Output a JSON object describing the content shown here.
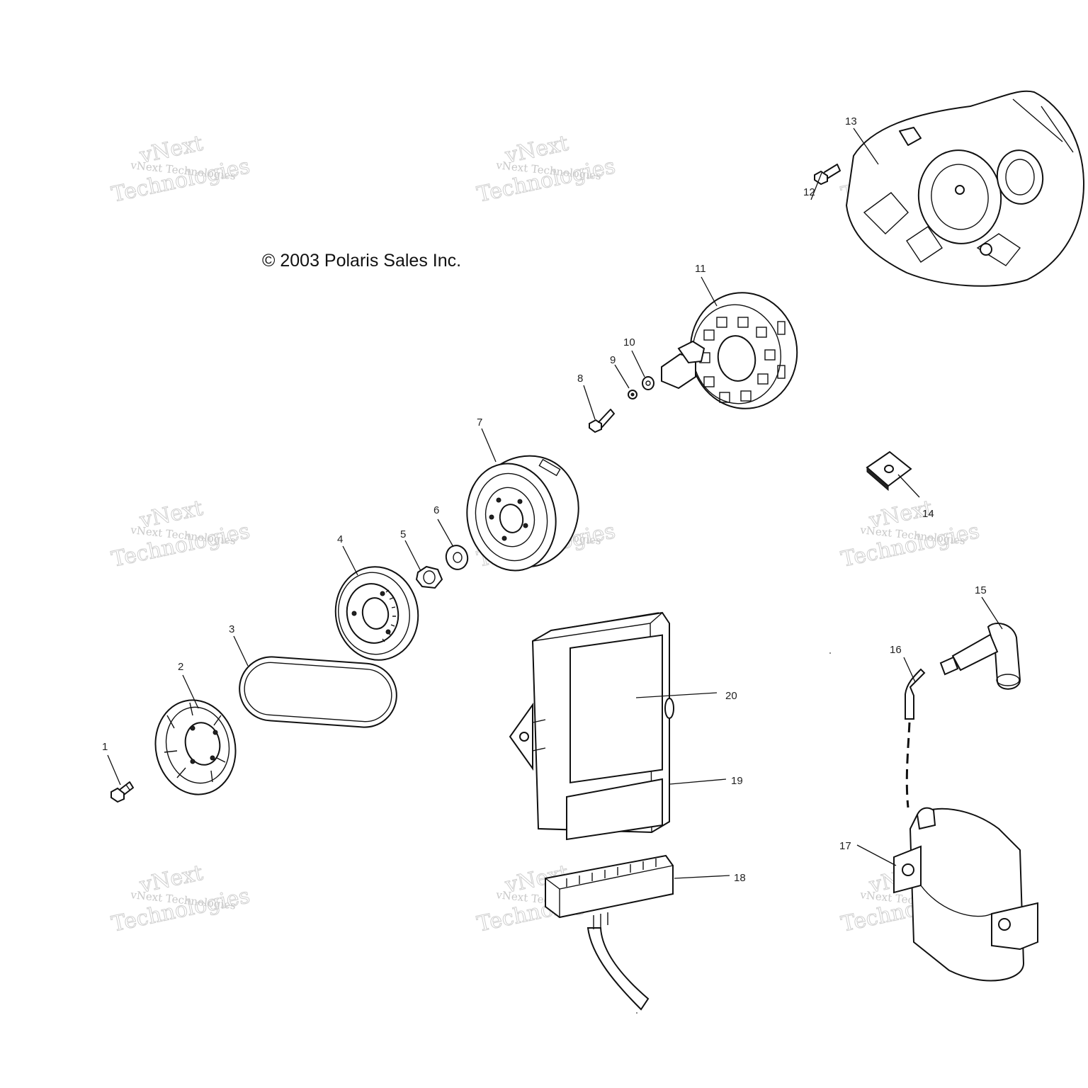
{
  "copyright": "© 2003 Polaris Sales Inc.",
  "watermark": {
    "line1": "vNext Technologies",
    "line2": "Technologies",
    "line3": "vNext"
  },
  "parts": [
    {
      "id": "1"
    },
    {
      "id": "2"
    },
    {
      "id": "3"
    },
    {
      "id": "4"
    },
    {
      "id": "5"
    },
    {
      "id": "6"
    },
    {
      "id": "7"
    },
    {
      "id": "8"
    },
    {
      "id": "9"
    },
    {
      "id": "10"
    },
    {
      "id": "11"
    },
    {
      "id": "12"
    },
    {
      "id": "13"
    },
    {
      "id": "14"
    },
    {
      "id": "15"
    },
    {
      "id": "16"
    },
    {
      "id": "17"
    },
    {
      "id": "18"
    },
    {
      "id": "19"
    },
    {
      "id": "20"
    }
  ]
}
